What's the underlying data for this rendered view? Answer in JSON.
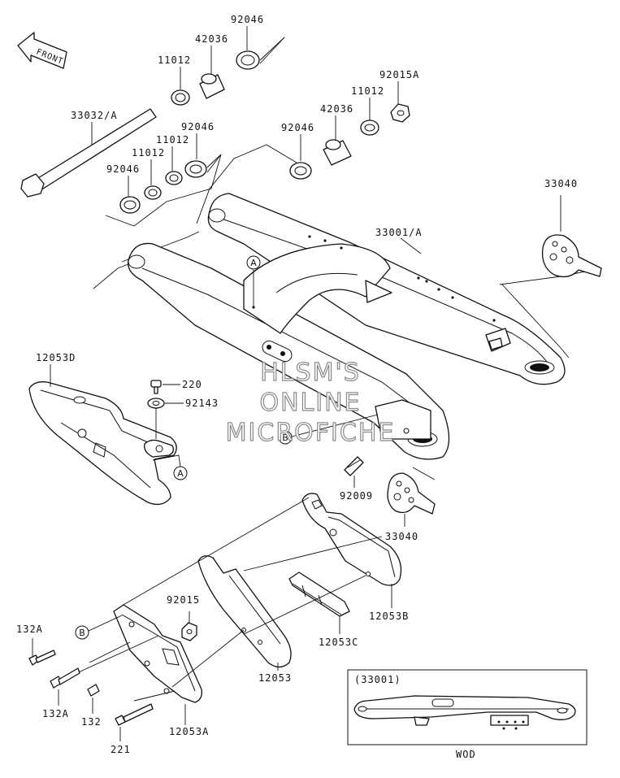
{
  "front_label": "FRONT",
  "part_labels": {
    "p92046_top": "92046",
    "p42036_top": "42036",
    "p11012_top": "11012",
    "p92015A": "92015A",
    "p11012_mid": "11012",
    "p42036_mid": "42036",
    "p92046_mid": "92046",
    "p33032A": "33032/A",
    "p92046_left1": "92046",
    "p11012_left": "11012",
    "p92046_left2": "92046",
    "p33040_top": "33040",
    "p33001A": "33001/A",
    "p12053D": "12053D",
    "p220": "220",
    "p92143": "92143",
    "p92009": "92009",
    "p33040_bot": "33040",
    "p92015": "92015",
    "p132A_1": "132A",
    "p132A_2": "132A",
    "p132": "132",
    "p221": "221",
    "p12053": "12053",
    "p12053A": "12053A",
    "p12053B": "12053B",
    "p12053C": "12053C"
  },
  "callouts": {
    "a_swingarm": "A",
    "a_guide": "A",
    "b_swingarm": "B",
    "b_plate": "B"
  },
  "watermark": [
    "HLSM'S",
    "ONLINE",
    "MICROFICHE"
  ],
  "inset": {
    "ref_label": "(33001)",
    "variant_label": "WOD"
  }
}
